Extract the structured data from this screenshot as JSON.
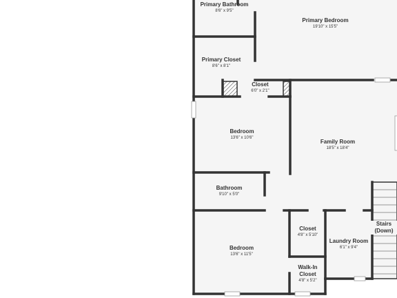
{
  "rooms": {
    "primary_bathroom": {
      "name": "Primary Bathroom",
      "dim": "8'6\" x 9'5\""
    },
    "primary_bedroom": {
      "name": "Primary Bedroom",
      "dim": "19'10\" x 15'5\""
    },
    "primary_closet": {
      "name": "Primary Closet",
      "dim": "8'6\" x 8'1\""
    },
    "closet_hall": {
      "name": "Closet",
      "dim": "6'0\" x 2'1\""
    },
    "bedroom_1": {
      "name": "Bedroom",
      "dim": "13'6\" x 10'6\""
    },
    "family_room": {
      "name": "Family Room",
      "dim": "18'5\" x 18'4\""
    },
    "bathroom": {
      "name": "Bathroom",
      "dim": "9'10\" x 5'0\""
    },
    "stairs": {
      "name": "Stairs (Down)"
    },
    "bedroom_2": {
      "name": "Bedroom",
      "dim": "13'6\" x 11'5\""
    },
    "closet_small": {
      "name": "Closet",
      "dim": "4'8\" x 5'10\""
    },
    "laundry_room": {
      "name": "Laundry Room",
      "dim": "6'1\" x 9'4\""
    },
    "walk_in_closet": {
      "name": "Walk-In Closet",
      "dim": "4'8\" x 5'2\""
    }
  },
  "colors": {
    "wall": "#333333",
    "floor": "#f5f5f5",
    "door": "#e9e9e9",
    "hatch": "#555555"
  }
}
